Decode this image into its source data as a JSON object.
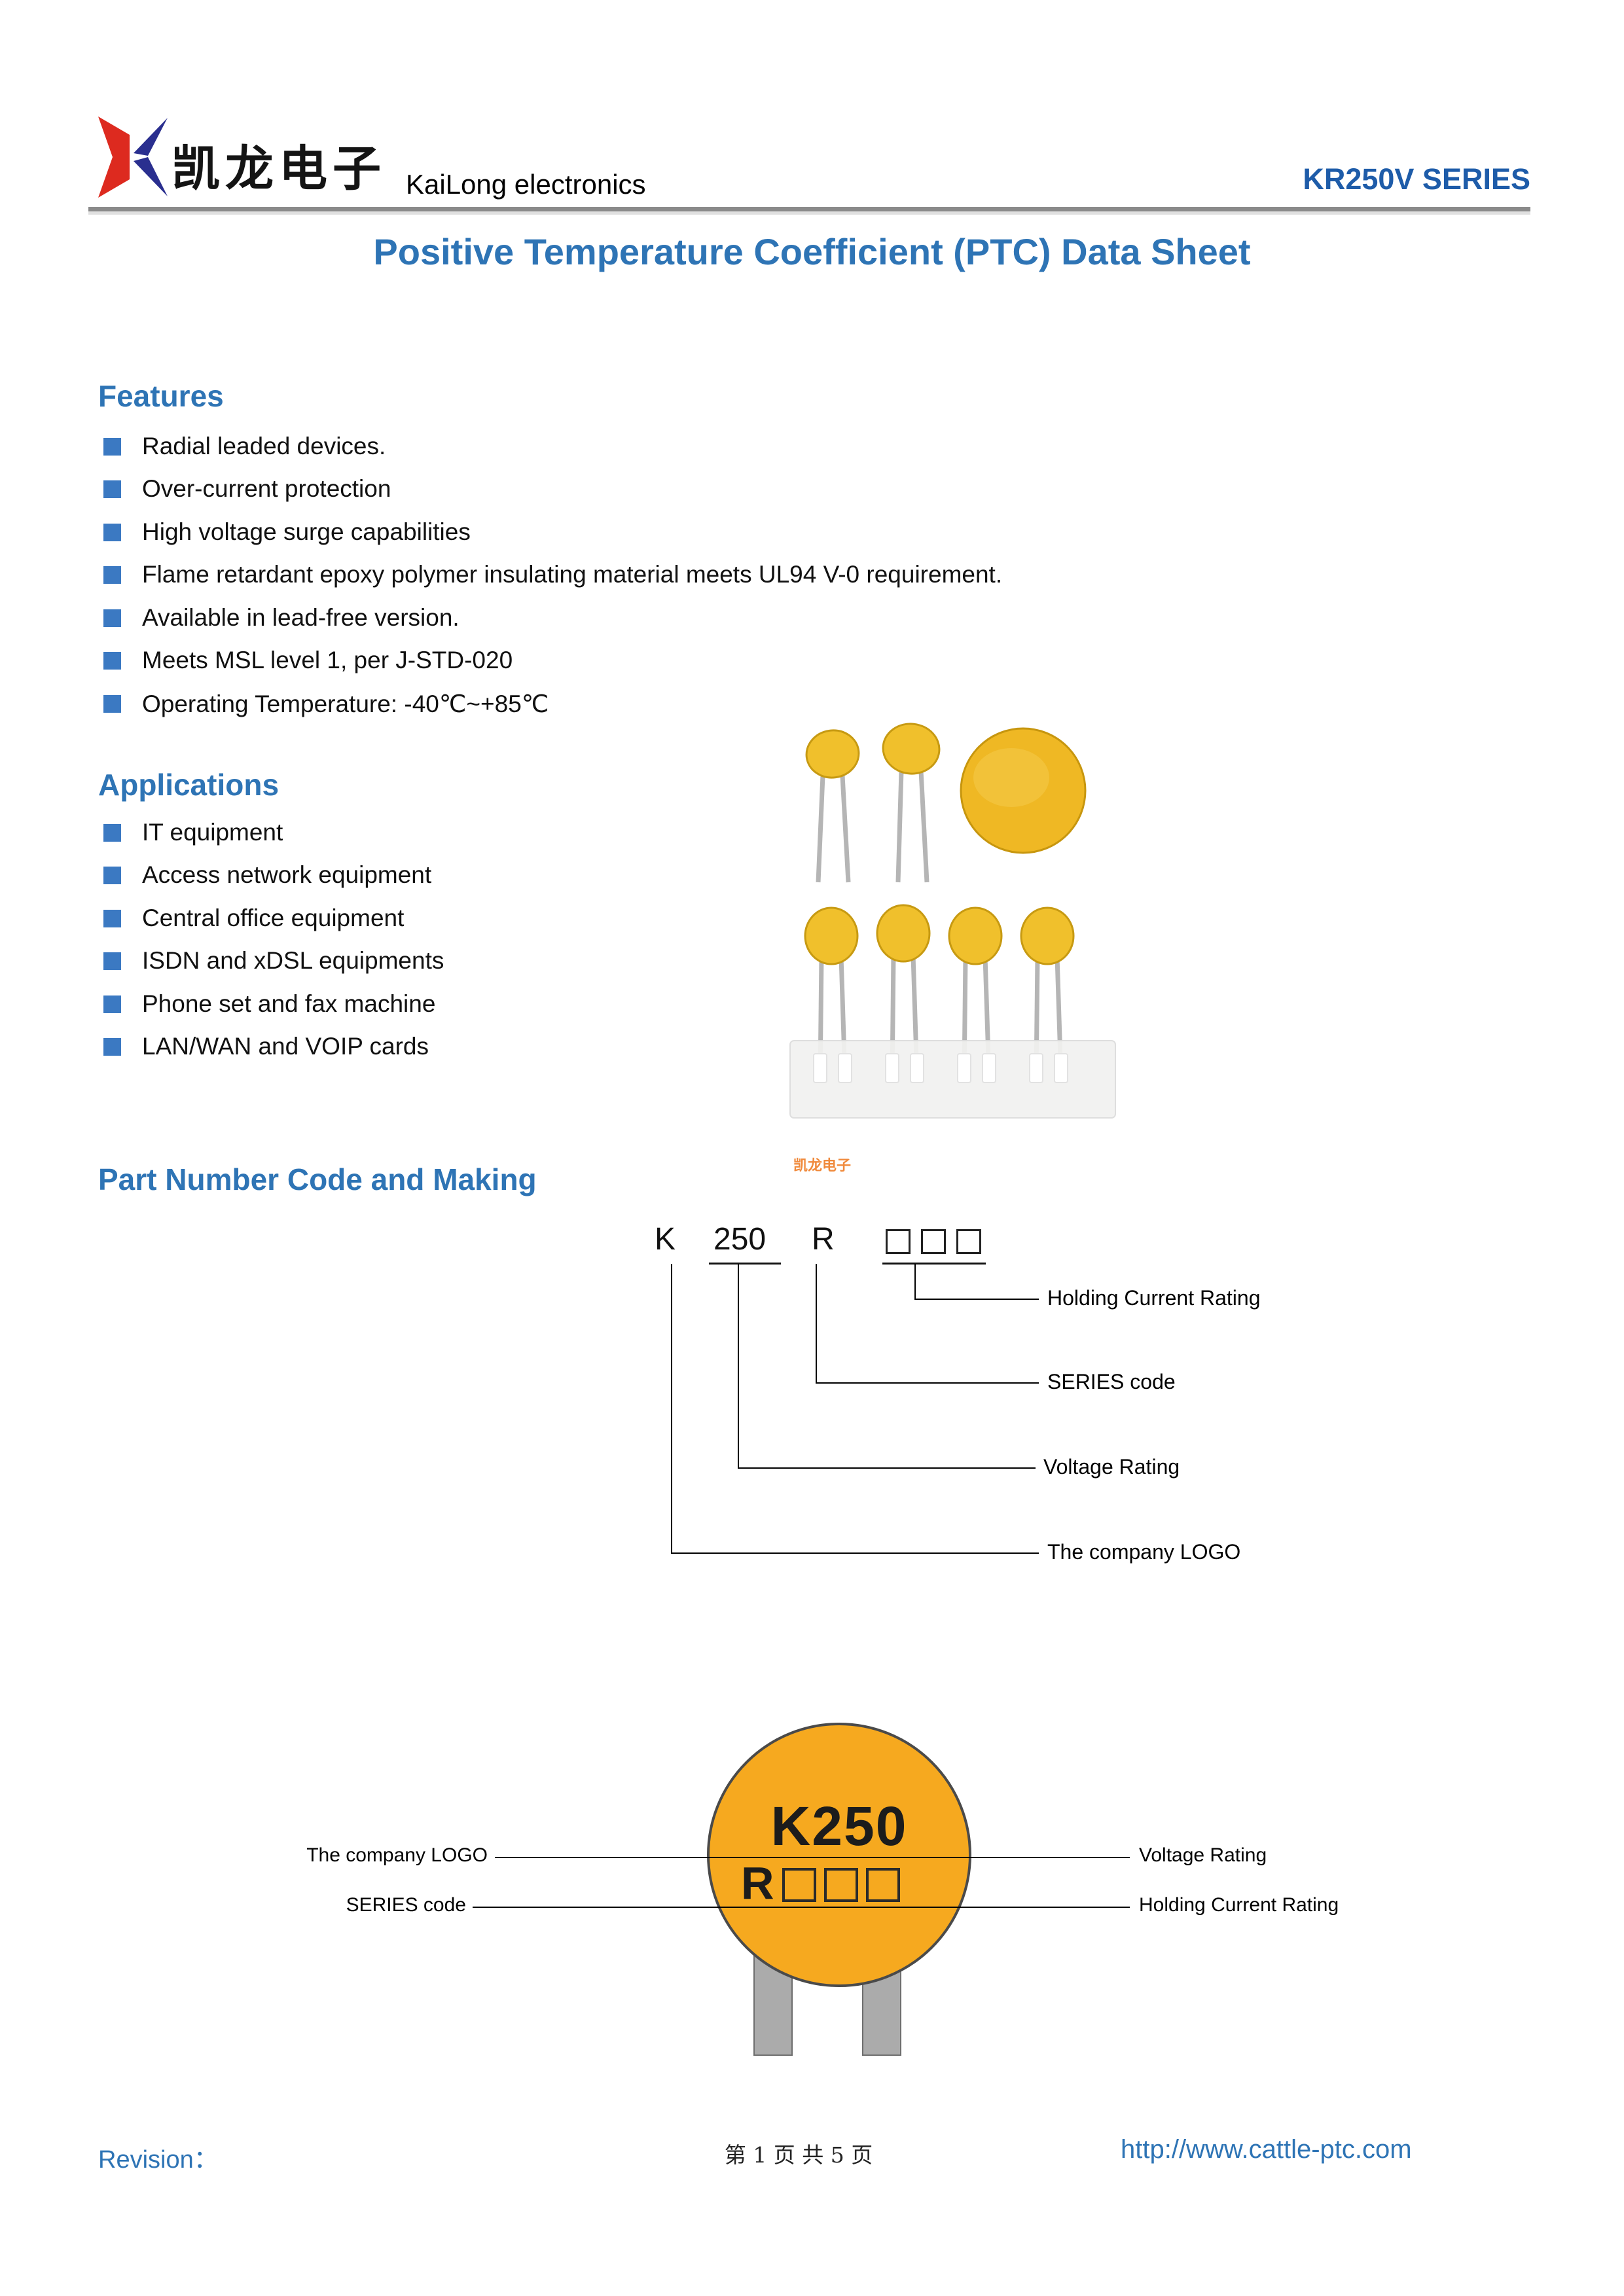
{
  "header": {
    "logo_calligraphy": "凯龙电子",
    "company_name": "KaiLong electronics",
    "series_name": "KR250V SERIES",
    "doc_title": "Positive Temperature Coefficient (PTC) Data Sheet"
  },
  "features": {
    "heading": "Features",
    "items": [
      "Radial leaded devices.",
      "Over-current protection",
      "High voltage surge capabilities",
      "Flame retardant epoxy polymer insulating material meets UL94 V-0 requirement.",
      "Available in lead-free version.",
      "Meets MSL level 1, per J-STD-020",
      "Operating Temperature: -40℃~+85℃"
    ]
  },
  "applications": {
    "heading": "Applications",
    "items": [
      "IT equipment",
      "Access network equipment",
      "Central office equipment",
      "ISDN and xDSL equipments",
      "Phone set and fax machine",
      "LAN/WAN and VOIP cards"
    ]
  },
  "photo": {
    "watermark": "凯龙电子"
  },
  "part_number": {
    "heading": "Part Number Code and Making",
    "code": {
      "logo": "K",
      "voltage": "250",
      "series": "R",
      "placeholder_boxes": 3
    },
    "labels": {
      "holding": "Holding Current Rating",
      "series": "SERIES code",
      "voltage": "Voltage Rating",
      "logo": "The company LOGO"
    }
  },
  "marking": {
    "disc_text_top": "K250",
    "disc_text_series": "R",
    "placeholder_boxes": 3,
    "labels": {
      "logo": "The company LOGO",
      "series": "SERIES code",
      "voltage": "Voltage Rating",
      "holding": "Holding Current Rating"
    }
  },
  "footer": {
    "revision": "Revision：",
    "page": "第 1 页 共 5 页",
    "url": "http://www.cattle-ptc.com"
  },
  "colors": {
    "heading_blue": "#2E74B5",
    "series_blue": "#1E5CA9",
    "bullet_blue": "#3B79C2",
    "logo_red": "#DD2A1F",
    "logo_blue": "#2A2F8F",
    "disc_orange": "#F6A91F",
    "component_yellow": "#F0C02C",
    "lead_gray": "#ABABAB"
  }
}
